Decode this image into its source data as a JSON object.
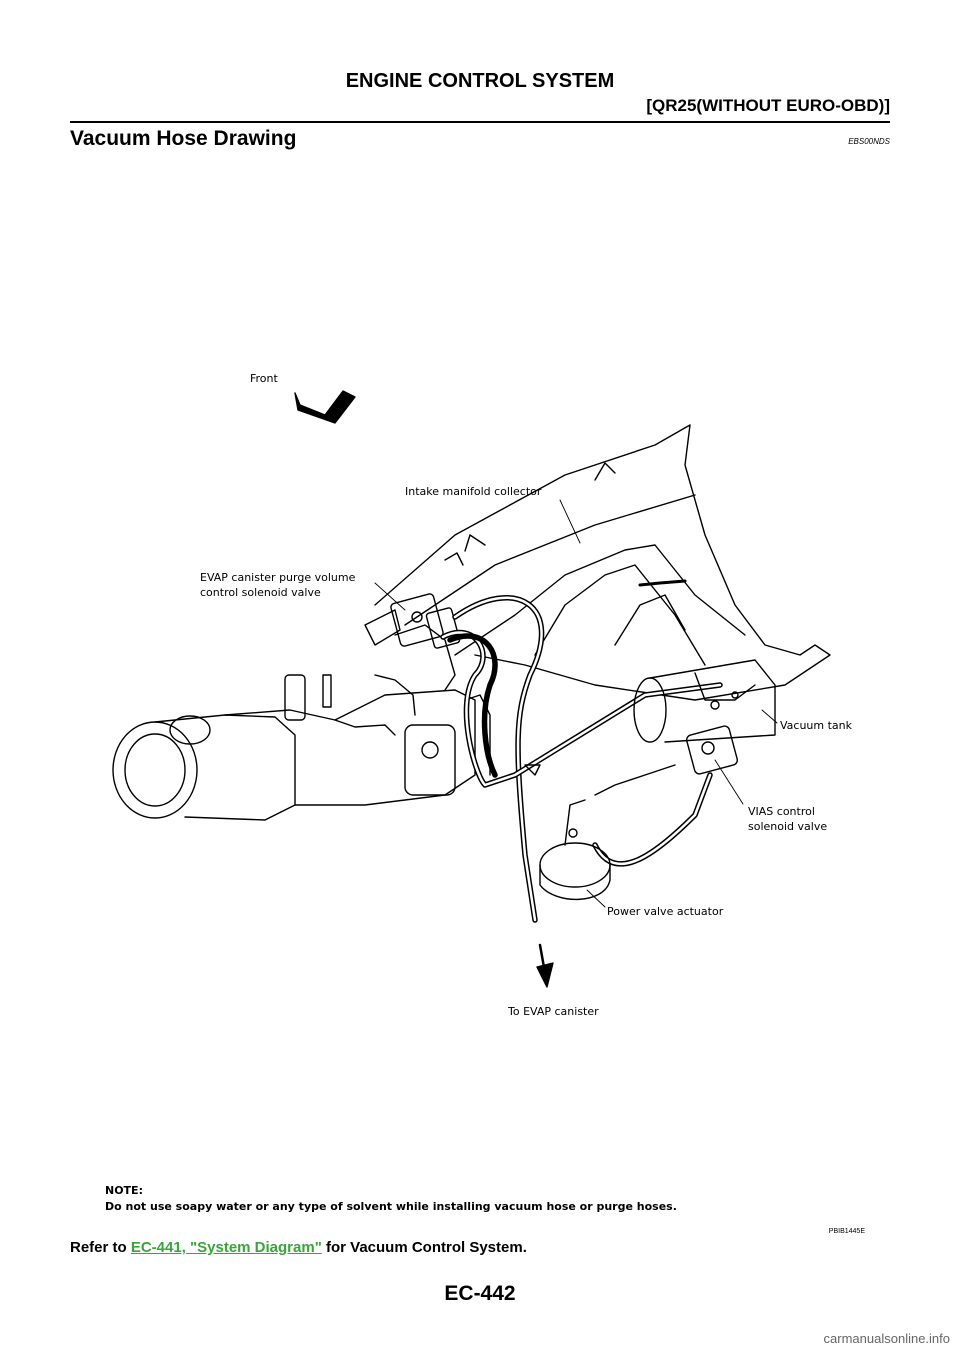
{
  "header": {
    "title": "ENGINE CONTROL SYSTEM",
    "subtitle": "[QR25(WITHOUT EURO-OBD)]"
  },
  "section": {
    "title": "Vacuum Hose Drawing",
    "code": "EBS00NDS"
  },
  "figure": {
    "labels": {
      "front": "Front",
      "intake": "Intake manifold collector",
      "evap1": "EVAP canister purge volume",
      "evap2": "control solenoid valve",
      "vacuum_tank": "Vacuum tank",
      "vias1": "VIAS control",
      "vias2": "solenoid valve",
      "power_valve": "Power valve actuator",
      "to_evap": "To EVAP canister"
    },
    "note_title": "NOTE:",
    "note_text": "Do not use soapy water or any type of solvent while installing vacuum hose or purge hoses.",
    "code": "PBIB1445E"
  },
  "refer": {
    "prefix": "Refer to ",
    "link": "EC-441, \"System Diagram\"",
    "suffix": " for Vacuum Control System."
  },
  "page_number": "EC-442",
  "watermark": "carmanualsonline.info"
}
